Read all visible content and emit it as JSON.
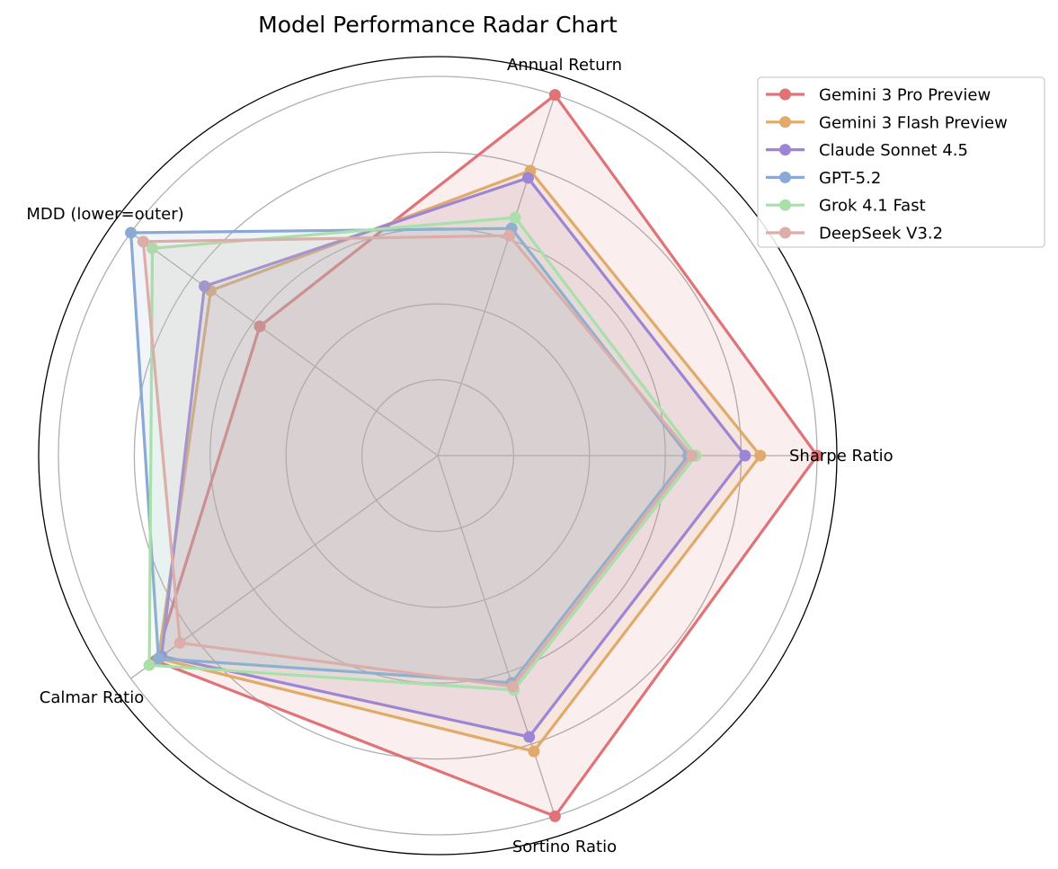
{
  "chart_data": {
    "type": "radar",
    "title": "Model Performance Radar Chart",
    "axes": [
      "Annual Return",
      "Sharpe Ratio",
      "Sortino Ratio",
      "Calmar Ratio",
      "MDD (lower=outer)"
    ],
    "rlim": [
      0,
      1
    ],
    "rgrid": [
      0.2,
      0.4,
      0.6,
      0.8,
      1.0
    ],
    "grid": true,
    "legend_position": "top-right",
    "series": [
      {
        "name": "Gemini 3 Pro Preview",
        "color": "#e07377",
        "values": [
          1.0,
          1.0,
          1.0,
          0.92,
          0.58
        ]
      },
      {
        "name": "Gemini 3 Flash Preview",
        "color": "#e0aa6a",
        "values": [
          0.79,
          0.85,
          0.82,
          0.91,
          0.74
        ]
      },
      {
        "name": "Claude Sonnet 4.5",
        "color": "#9d85d6",
        "values": [
          0.77,
          0.81,
          0.78,
          0.9,
          0.76
        ]
      },
      {
        "name": "GPT-5.2",
        "color": "#8aa9d4",
        "values": [
          0.63,
          0.66,
          0.63,
          0.91,
          1.0
        ]
      },
      {
        "name": "Grok 4.1 Fast",
        "color": "#a9dfab",
        "values": [
          0.66,
          0.68,
          0.65,
          0.94,
          0.93
        ]
      },
      {
        "name": "DeepSeek V3.2",
        "color": "#dbaeaa",
        "values": [
          0.61,
          0.67,
          0.64,
          0.84,
          0.96
        ]
      }
    ]
  }
}
